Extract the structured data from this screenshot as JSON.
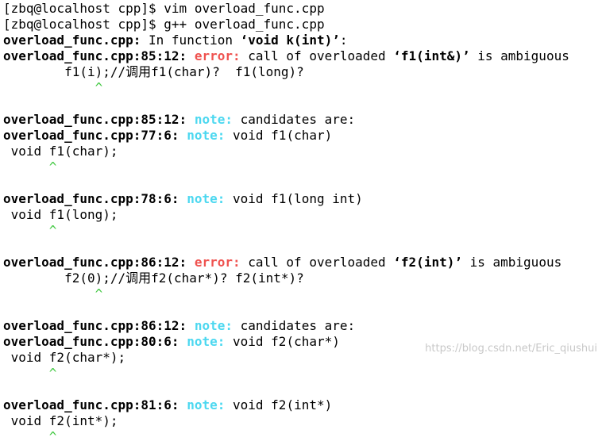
{
  "terminal": {
    "lines": [
      [
        {
          "t": "[zbq@localhost cpp]$ vim overload_func.cpp"
        }
      ],
      [
        {
          "t": "[zbq@localhost cpp]$ g++ overload_func.cpp"
        }
      ],
      [
        {
          "t": "overload_func.cpp:",
          "s": "b"
        },
        {
          "t": " In function "
        },
        {
          "t": "‘void k(int)’",
          "s": "b"
        },
        {
          "t": ":"
        }
      ],
      [
        {
          "t": "overload_func.cpp:85:12:",
          "s": "b"
        },
        {
          "t": " "
        },
        {
          "t": "error:",
          "s": "err"
        },
        {
          "t": " call of overloaded "
        },
        {
          "t": "‘f1(int&)’",
          "s": "b"
        },
        {
          "t": " is ambiguous"
        }
      ],
      [
        {
          "t": "        f1(i);//调用f1(char)?  f1(long)?"
        }
      ],
      [
        {
          "t": "            ^",
          "s": "caret"
        }
      ],
      [
        {
          "t": ""
        }
      ],
      [
        {
          "t": "overload_func.cpp:85:12:",
          "s": "b"
        },
        {
          "t": " "
        },
        {
          "t": "note:",
          "s": "note"
        },
        {
          "t": " candidates are:"
        }
      ],
      [
        {
          "t": "overload_func.cpp:77:6:",
          "s": "b"
        },
        {
          "t": " "
        },
        {
          "t": "note:",
          "s": "note"
        },
        {
          "t": " void f1(char)"
        }
      ],
      [
        {
          "t": " void f1(char);"
        }
      ],
      [
        {
          "t": "      ^",
          "s": "caret"
        }
      ],
      [
        {
          "t": ""
        }
      ],
      [
        {
          "t": "overload_func.cpp:78:6:",
          "s": "b"
        },
        {
          "t": " "
        },
        {
          "t": "note:",
          "s": "note"
        },
        {
          "t": " void f1(long int)"
        }
      ],
      [
        {
          "t": " void f1(long);"
        }
      ],
      [
        {
          "t": "      ^",
          "s": "caret"
        }
      ],
      [
        {
          "t": ""
        }
      ],
      [
        {
          "t": "overload_func.cpp:86:12:",
          "s": "b"
        },
        {
          "t": " "
        },
        {
          "t": "error:",
          "s": "err"
        },
        {
          "t": " call of overloaded "
        },
        {
          "t": "‘f2(int)’",
          "s": "b"
        },
        {
          "t": " is ambiguous"
        }
      ],
      [
        {
          "t": "        f2(0);//调用f2(char*)? f2(int*)?"
        }
      ],
      [
        {
          "t": "            ^",
          "s": "caret"
        }
      ],
      [
        {
          "t": ""
        }
      ],
      [
        {
          "t": "overload_func.cpp:86:12:",
          "s": "b"
        },
        {
          "t": " "
        },
        {
          "t": "note:",
          "s": "note"
        },
        {
          "t": " candidates are:"
        }
      ],
      [
        {
          "t": "overload_func.cpp:80:6:",
          "s": "b"
        },
        {
          "t": " "
        },
        {
          "t": "note:",
          "s": "note"
        },
        {
          "t": " void f2(char*)"
        }
      ],
      [
        {
          "t": " void f2(char*);"
        }
      ],
      [
        {
          "t": "      ^",
          "s": "caret"
        }
      ],
      [
        {
          "t": ""
        }
      ],
      [
        {
          "t": "overload_func.cpp:81:6:",
          "s": "b"
        },
        {
          "t": " "
        },
        {
          "t": "note:",
          "s": "note"
        },
        {
          "t": " void f2(int*)"
        }
      ],
      [
        {
          "t": " void f2(int*);"
        }
      ],
      [
        {
          "t": "      ^",
          "s": "caret"
        }
      ]
    ]
  },
  "watermark": "https://blog.csdn.net/Eric_qiushui",
  "colors": {
    "error": "#ef5350",
    "note": "#4dd8f0",
    "caret": "#44c944",
    "background": "#ffffff",
    "text": "#000000"
  }
}
